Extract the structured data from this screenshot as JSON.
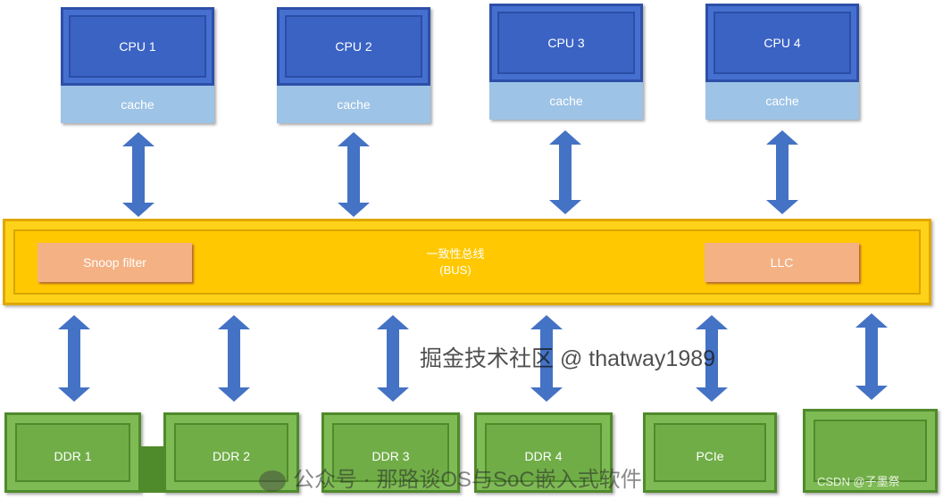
{
  "cpus": [
    {
      "label": "CPU 1",
      "cache": "cache"
    },
    {
      "label": "CPU 2",
      "cache": "cache"
    },
    {
      "label": "CPU 3",
      "cache": "cache"
    },
    {
      "label": "CPU 4",
      "cache": "cache"
    }
  ],
  "bus": {
    "title": "一致性总线",
    "subtitle": "(BUS)",
    "snoop_filter": "Snoop filter",
    "llc": "LLC"
  },
  "memory": [
    {
      "label": "DDR 1"
    },
    {
      "label": "DDR 2"
    },
    {
      "label": "DDR 3"
    },
    {
      "label": "DDR 4"
    },
    {
      "label": "PCIe"
    },
    {
      "label": ""
    }
  ],
  "watermarks": {
    "wechat": "公众号 · 那路谈OS与SoC嵌入式软件",
    "juejin": "掘金技术社区 @ thatway1989",
    "csdn": "CSDN @子墨祭"
  },
  "colors": {
    "cpu": "#3b63c4",
    "cache": "#9dc3e6",
    "bus": "#ffc800",
    "sub_block": "#f4b183",
    "memory": "#70ad47",
    "arrow": "#4472c4"
  }
}
